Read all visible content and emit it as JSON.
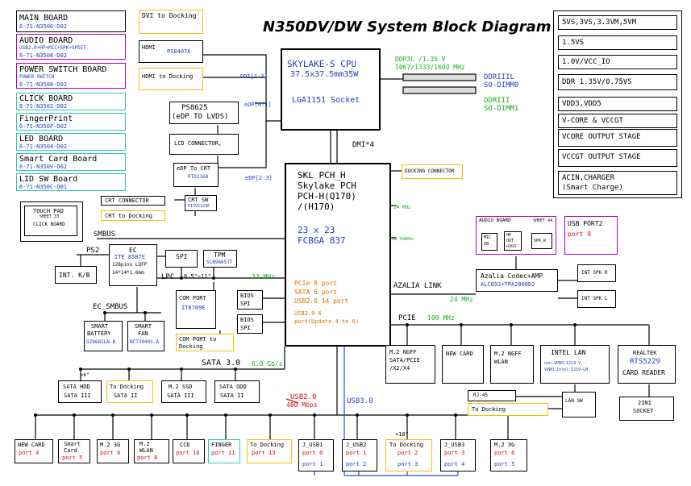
{
  "title": "N350DV/DW System Block Diagram",
  "boards": [
    {
      "name": "MAIN BOARD",
      "part": "6-71-N3500-D02"
    },
    {
      "name": "AUDIO BOARD",
      "sub": "USB2.0+HP+MIC+SPK+SPDIF",
      "part": "6-71-N3508-D02"
    },
    {
      "name": "POWER SWITCH BOARD",
      "sub": "POWER SWITCH",
      "part": "6-71-N3508-D02"
    },
    {
      "name": "CLICK BOARD",
      "part": "6-71-N3502-D02"
    },
    {
      "name": "FingerPrint",
      "part": "6-71-N350F-D02"
    },
    {
      "name": "LED BOARD",
      "part": "6-71-N3504-D02"
    },
    {
      "name": "Smart Card Board",
      "part": "6-71-N350V-D02"
    },
    {
      "name": "LID SW Board",
      "part": "6-71-N350C-D01"
    }
  ],
  "power_list": [
    "5VS,3VS,3.3VM,5VM",
    "1.5VS",
    "1.0V/VCC_IO",
    "DDR 1.35V/0.75VS",
    "VDD3,VDD5",
    "V-CORE & VCCGT",
    "VCORE OUTPUT STAGE",
    "VCCGT OUTPUT STAGE",
    "ACIN,CHARGER",
    "(Smart Charge)"
  ],
  "cpu": {
    "name": "SKYLAKE-S CPU",
    "size": "37.5x37.5mm35W",
    "socket": "LGA1151 Socket"
  },
  "pch": {
    "l1": "SKL PCH_H",
    "l2": "Skylake PCH",
    "l3": "PCH-H(Q170)",
    "l4": "/(H170)",
    "l5": "23 x 23",
    "l6": "FCBGA 837",
    "p1": "PCIe 8 port",
    "p2": "SATA 6 port",
    "p3": "USB2.0 14 port",
    "p4": "USB3.0 6",
    "p5": "port(Update 4 to 6)"
  },
  "memory": {
    "bus": "DDR3L /1.35 V",
    "speed": "1067/1333/1600 MHz",
    "dimm0a": "DDRIIIL",
    "dimm0b": "SO-DIMM0",
    "dimm1a": "DDRIII",
    "dimm1b": "SO-DIMM1"
  },
  "display": {
    "dvi": "DVI to Docking",
    "hdmi": "HDMI",
    "hdmi_chip": "PS8407A",
    "hdmi_dock": "HDMI to Docking",
    "ddi": "DDI[1:3]",
    "ps8625a": "PS8625",
    "ps8625b": "(eDP TO LVDS)",
    "edp01": "eDP[0:1]",
    "lcd": "LCD CONNECTOR,",
    "edp_crt": "eDP To CRT",
    "edp_crt_chip": "RTD2168",
    "edp23": "eDP[2:3]",
    "crt_conn": "CRT CONNECTOR",
    "crt_sw": "CRT SW",
    "crt_sw_chip": "PI3V512QE",
    "crt_dock": "CRT to Docking"
  },
  "labels": {
    "dmi": "DMI*4",
    "dock_conn": "DOCKING CONNECTOR",
    "mhz24a": "24 MHz",
    "khz": "32.768KHz",
    "smbus": "SMBUS",
    "ps2": "PS2",
    "lpc": "LPC",
    "lpc_len": "0.5\"~11\"",
    "mhz33": "33 MHz",
    "ec_smbus": "EC_SMBUS",
    "azalia": "AZALIA LINK",
    "mhz24b": "24 MHz",
    "pcie": "PCIE",
    "mhz100": "100 MHz",
    "sata": "SATA 3.0",
    "sata_speed": "6.0 Gb/s",
    "len6": "<6\"",
    "usb2": "USB2.0",
    "usb2_speed": "480 Mbps",
    "usb3": "USB3.0",
    "len10": "<10\""
  },
  "touchpad": {
    "l1": "TOUCH PAD",
    "l2": "SHEET 33",
    "l3": "CLICK BOARD"
  },
  "ec": {
    "l1": "EC",
    "l2": "ITE 8587E",
    "l3": "128pins LQFP",
    "l4": "14*14*1.6mm"
  },
  "intkb": "INT. K/B",
  "spi": "SPI",
  "tpm": {
    "l1": "TPM",
    "l2": "SLB9665TT"
  },
  "battery": {
    "l1": "SMART",
    "l2": "BATTERY",
    "l3": "OZ8681LN-B"
  },
  "fan": {
    "l1": "SMART",
    "l2": "FAN",
    "l3": "NCT3940S-A"
  },
  "comport": {
    "l1": "COM PORT",
    "l2": "IT8709E"
  },
  "comdock": {
    "l1": "COM PORT  to",
    "l2": "Docking"
  },
  "bios1": {
    "l1": "BIOS",
    "l2": "SPI"
  },
  "bios2": {
    "l1": "BIOS",
    "l2": "SPI"
  },
  "audio_board": {
    "title": "AUDIO BOARD",
    "sheet": "SHEET 44",
    "mic1": "MIC",
    "mic2": "IN",
    "hp1": "HP",
    "hp2": "OUT",
    "hp3": "+SPDIF",
    "spkr": "SPK_R",
    "usb_port2": "USB PORT2",
    "usb_port9": "port 9"
  },
  "codec": {
    "l1": "Azalia Codec+AMP",
    "l2": "ALC892+TPA2008D2"
  },
  "intspk_r": "INT SPK R",
  "intspk_l": "INT SPK L",
  "m2_ngff": {
    "l1": "M.2  NGFF",
    "l2": "SATA/PCIE",
    "l3": "/X2/X4"
  },
  "newcard": "NEW CARD",
  "m2_wlan": {
    "l1": "M.2  NGFF",
    "l2": "WLAN"
  },
  "intel_lan": {
    "l1": "INTEL LAN",
    "l2": "non-VPRO:I219-V",
    "l3": "VPRO:Intel I219-LM"
  },
  "realtek": {
    "l1": "REALTEK",
    "l2": "RTS5229",
    "l3": "CARD READER"
  },
  "rj45": "RJ-45",
  "lan_dock": "To Docking",
  "lansw": "LAN SW",
  "socket2in1": {
    "l1": "2IN1",
    "l2": "SOCKET"
  },
  "sata_hdd": {
    "l1": "SATA HDD",
    "l2": "SATA III"
  },
  "sata_dock": {
    "l1": "To Docking",
    "l2": "SATA II"
  },
  "m2ssd": {
    "l1": "M.2 SSD",
    "l2": "SATA III"
  },
  "sataodd": {
    "l1": "SATA ODD",
    "l2": "SATA II"
  },
  "usb_ports": [
    {
      "l1": "NEW CARD",
      "l2": "port 4"
    },
    {
      "l1": "Smart",
      "l2": "Card",
      "l3": "port 5"
    },
    {
      "l1": "M.2 3G",
      "l2": "port 6"
    },
    {
      "l1": "M.2",
      "l2": "WLAN",
      "l3": "port 8"
    },
    {
      "l1": "CCD",
      "l2": "port 10"
    },
    {
      "l1": "FINGER",
      "l2": "port 11"
    },
    {
      "l1": "To Docking",
      "l2": "port 13"
    },
    {
      "l1": "J_USB1",
      "l2": "port 0",
      "l3": "port 1"
    },
    {
      "l1": "J_USB2",
      "l2": "port 1",
      "l3": "port 2"
    },
    {
      "l1": "To Docking",
      "l2": "port 2",
      "l3": "port 3"
    },
    {
      "l1": "J_USB3",
      "l2": "port 3",
      "l3": "port 4"
    },
    {
      "l1": "M.2 3G",
      "l2": "port 6",
      "l3": "port 5"
    }
  ]
}
